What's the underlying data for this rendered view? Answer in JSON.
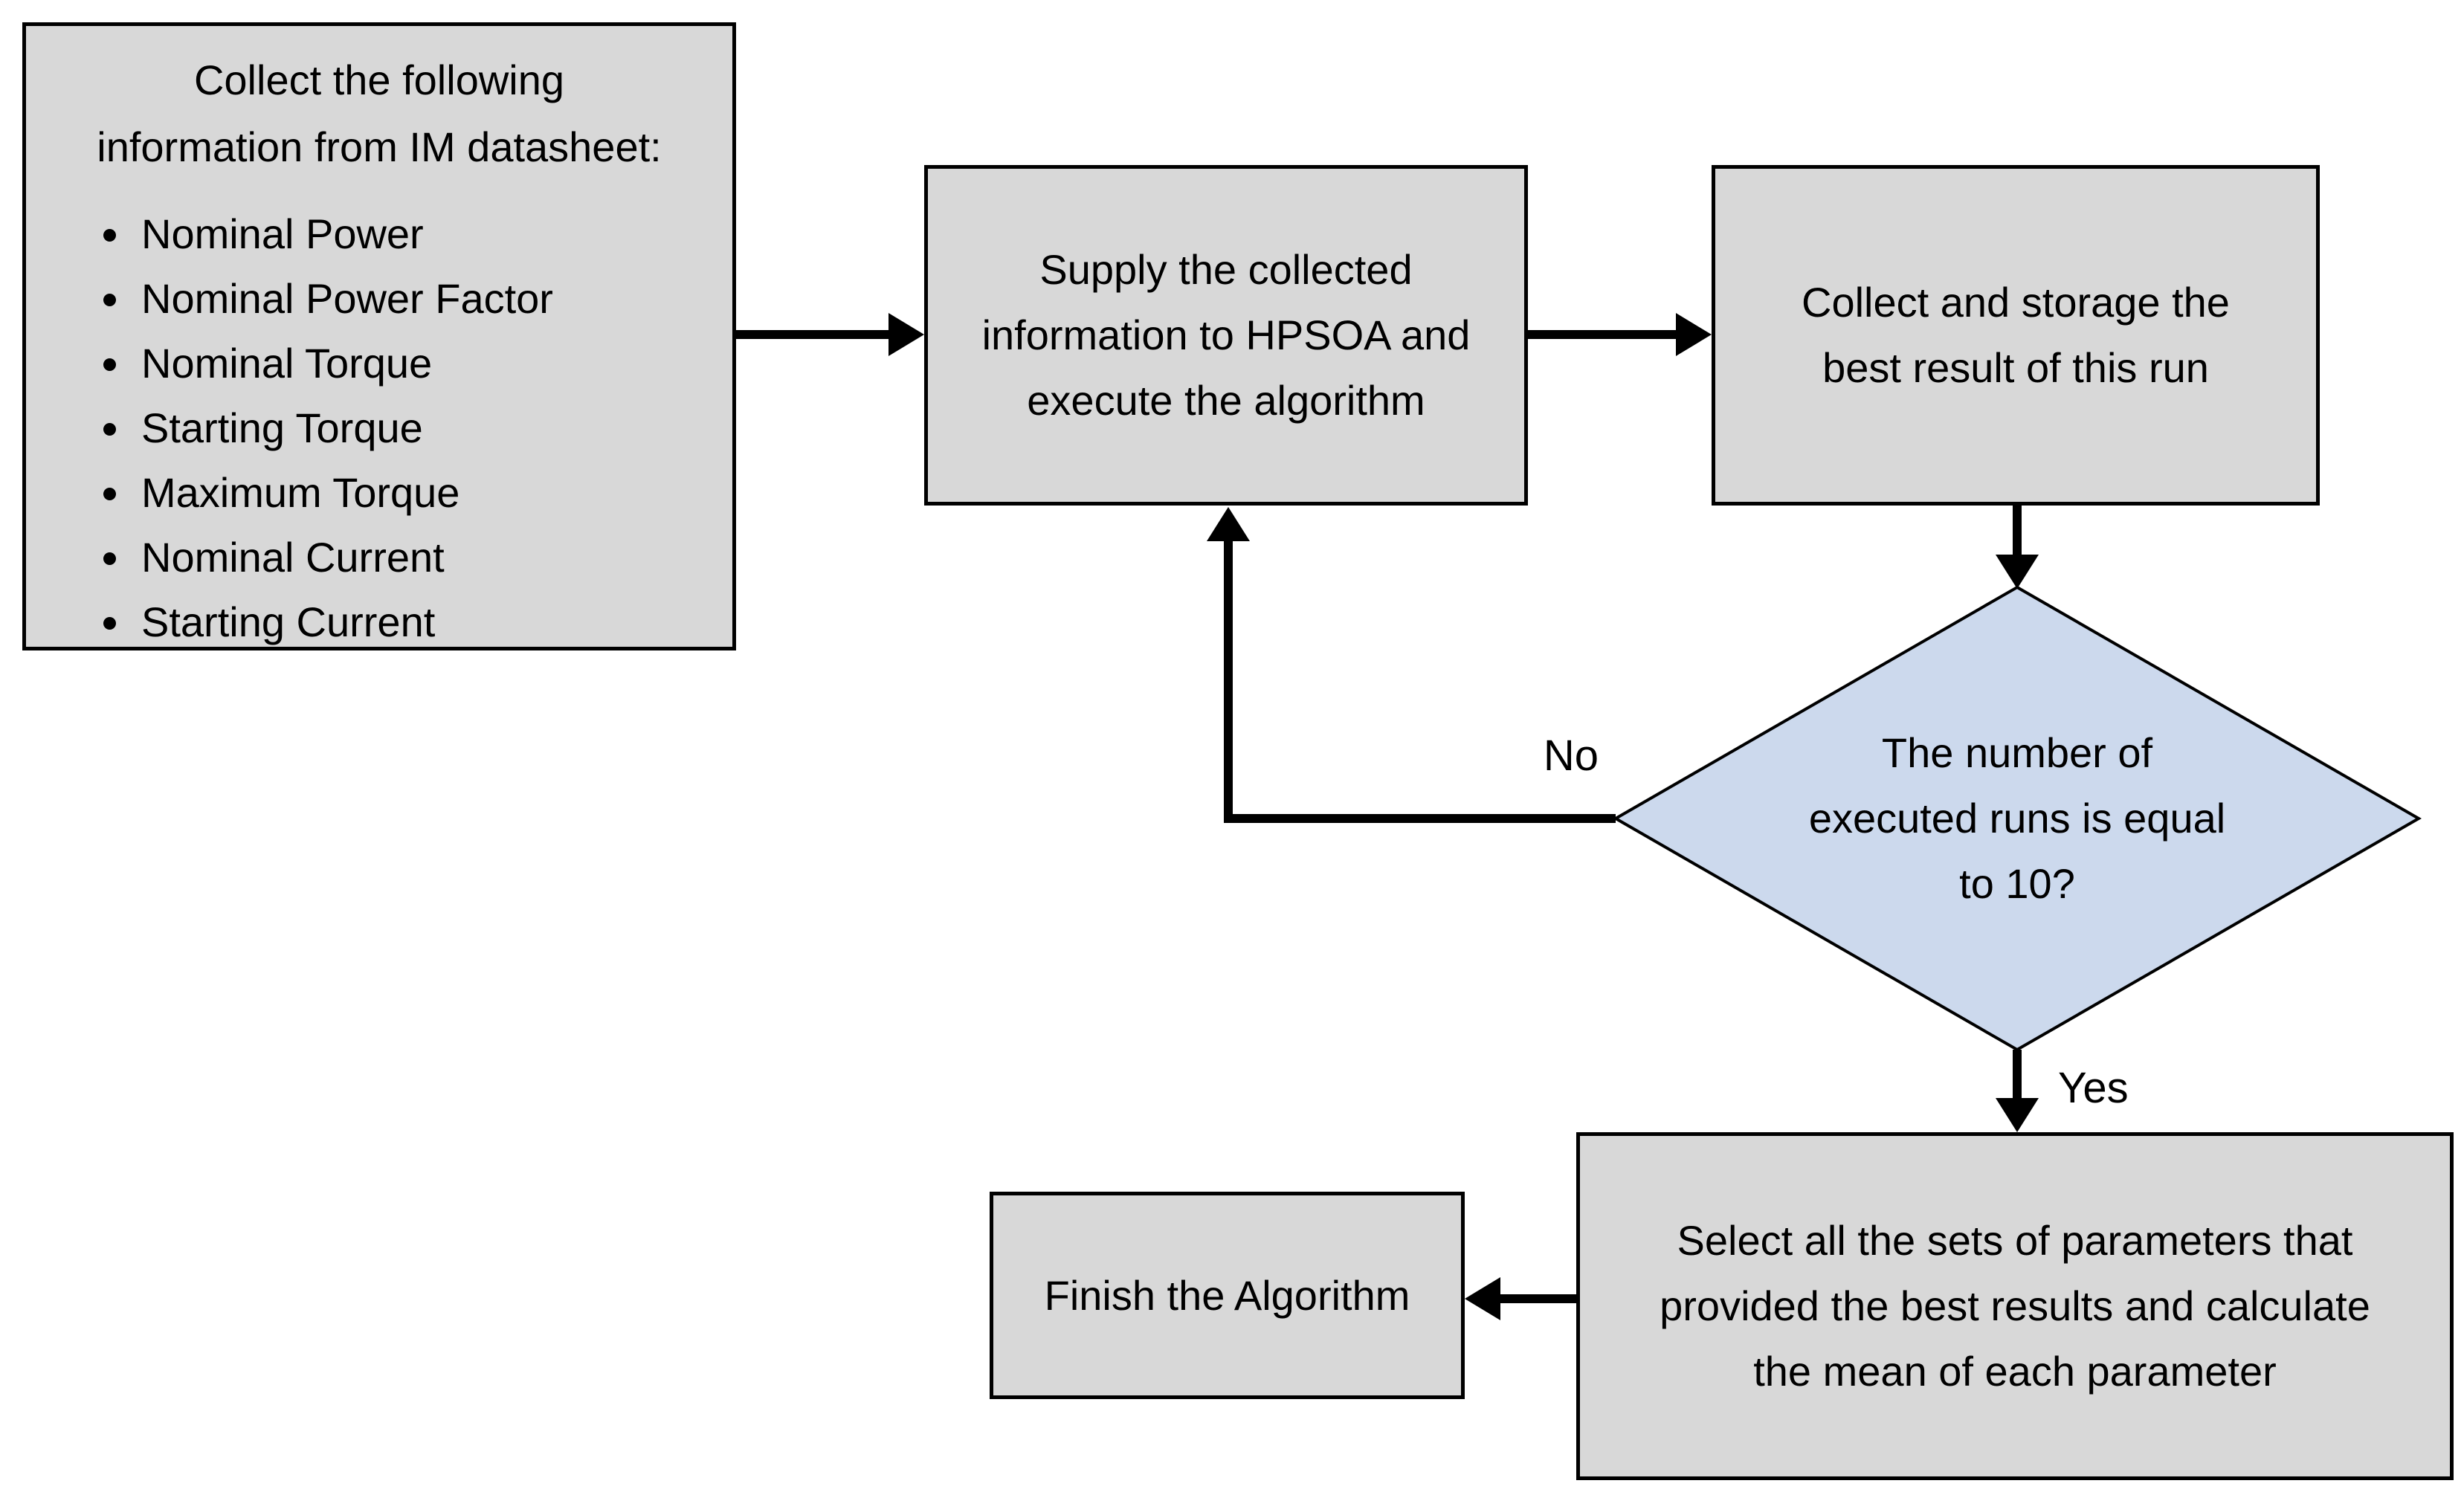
{
  "flowchart": {
    "collect_box": {
      "title": "Collect the following\ninformation from IM datasheet:",
      "items": [
        "Nominal Power",
        "Nominal Power Factor",
        "Nominal Torque",
        "Starting Torque",
        "Maximum Torque",
        "Nominal Current",
        "Starting Current"
      ]
    },
    "supply_box": {
      "text": "Supply the collected\ninformation to HPSOA and\nexecute the algorithm"
    },
    "storage_box": {
      "text": "Collect and storage the\nbest result of this run"
    },
    "decision": {
      "text": "The number of\nexecuted runs is equal\nto 10?"
    },
    "select_box": {
      "text": "Select all the sets of parameters that\nprovided the best results and calculate\nthe mean of each parameter"
    },
    "finish_box": {
      "text": "Finish the Algorithm"
    },
    "labels": {
      "no": "No",
      "yes": "Yes"
    },
    "colors": {
      "box_fill": "#d8d8d8",
      "box_border": "#000000",
      "decision_fill": "#ccd9ed",
      "arrow": "#000000",
      "background": "#ffffff"
    }
  }
}
